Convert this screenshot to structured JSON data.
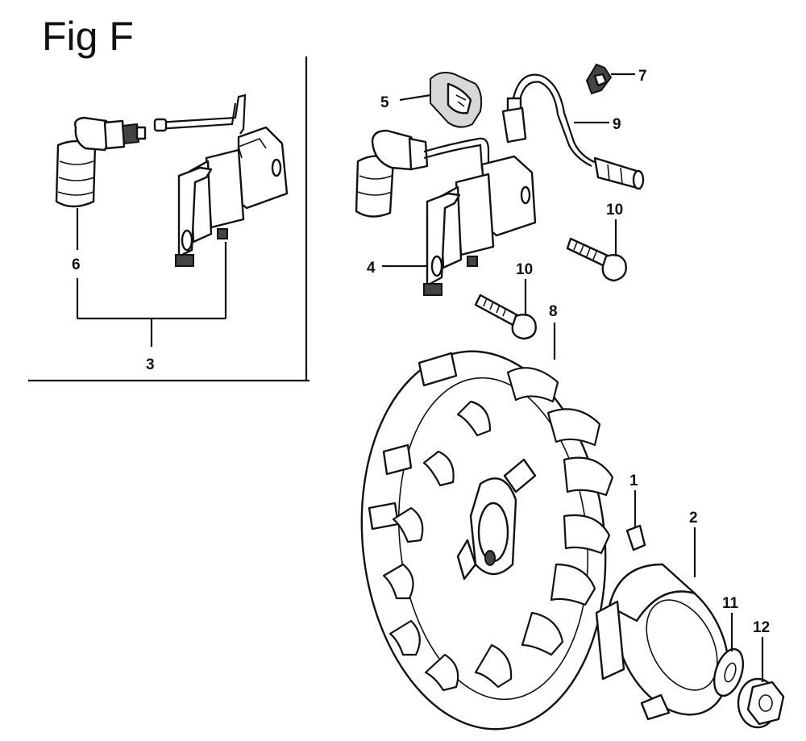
{
  "figure": {
    "title": "Fig F"
  },
  "callouts": [
    {
      "id": "1",
      "label": "1"
    },
    {
      "id": "2",
      "label": "2"
    },
    {
      "id": "3",
      "label": "3"
    },
    {
      "id": "4",
      "label": "4"
    },
    {
      "id": "5",
      "label": "5"
    },
    {
      "id": "6",
      "label": "6"
    },
    {
      "id": "7",
      "label": "7"
    },
    {
      "id": "8",
      "label": "8"
    },
    {
      "id": "9",
      "label": "9"
    },
    {
      "id": "10a",
      "label": "10"
    },
    {
      "id": "10b",
      "label": "10"
    },
    {
      "id": "11",
      "label": "11"
    },
    {
      "id": "12",
      "label": "12"
    }
  ]
}
